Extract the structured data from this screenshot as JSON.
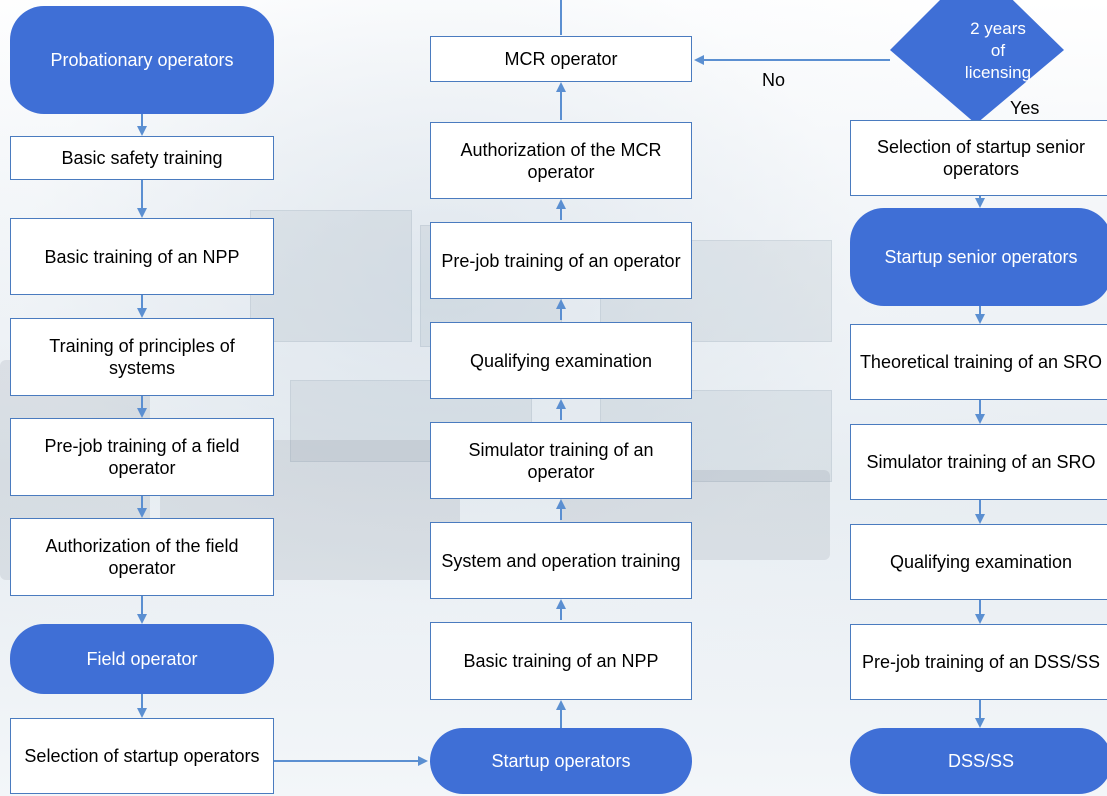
{
  "colors": {
    "accent": "#3f6fd6",
    "box_border": "#4a7bbf",
    "arrow": "#5b8fd1"
  },
  "column1": {
    "probationary": "Probationary operators",
    "basic_safety": "Basic safety training",
    "basic_npp": "Basic training of an NPP",
    "principles": "Training of principles of systems",
    "prejob_field": "Pre-job training of a field operator",
    "auth_field": "Authorization of the field operator",
    "field_operator": "Field operator",
    "selection_startup": "Selection of startup operators"
  },
  "column2": {
    "startup_operators": "Startup operators",
    "basic_npp": "Basic training of an NPP",
    "system_operation": "System and operation training",
    "simulator_operator": "Simulator training of an operator",
    "qualifying": "Qualifying examination",
    "prejob_operator": "Pre-job training of an operator",
    "auth_mcr": "Authorization of the MCR operator",
    "mcr_operator": "MCR operator"
  },
  "column3": {
    "decision_line1": "2 years",
    "decision_line2": "of",
    "decision_line3": "licensing",
    "selection_senior": "Selection of startup senior operators",
    "startup_senior": "Startup senior operators",
    "theoretical_sro": "Theoretical training of an SRO",
    "simulator_sro": "Simulator training of an SRO",
    "qualifying": "Qualifying examination",
    "prejob_dss": "Pre-job training of an DSS/SS",
    "dss_ss": "DSS/SS"
  },
  "labels": {
    "no": "No",
    "yes": "Yes"
  }
}
